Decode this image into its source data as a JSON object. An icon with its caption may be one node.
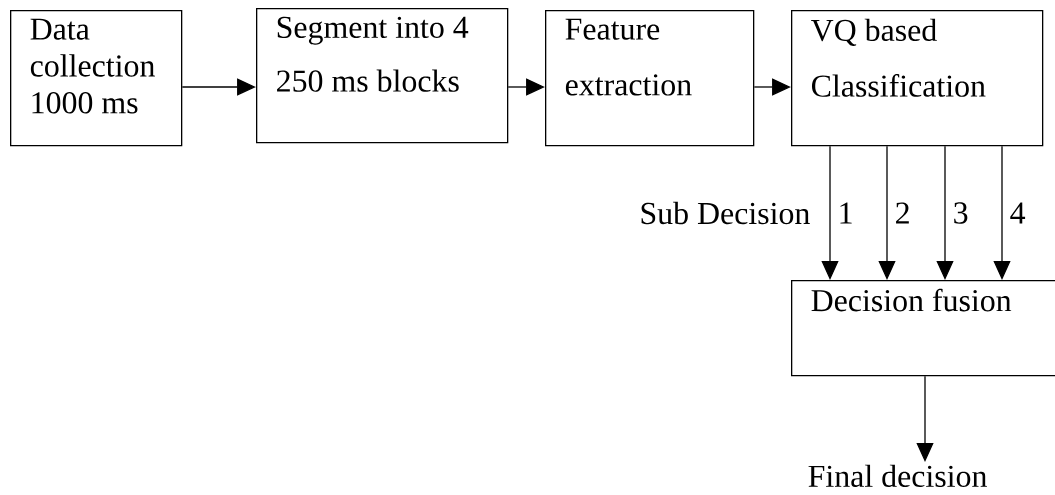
{
  "diagram": {
    "nodes": [
      {
        "text": [
          "Data collection 1000 ms"
        ]
      },
      {
        "text": [
          "Segment into 4 250 ms blocks"
        ]
      },
      {
        "text": [
          "Feature extraction"
        ]
      },
      {
        "text": [
          "VQ based Classification"
        ]
      },
      {
        "text": [
          "Decision fusion"
        ]
      },
      {
        "text": [
          "Final decision"
        ]
      }
    ],
    "edges": [
      {
        "from": 0,
        "to": 1,
        "arrow": "to"
      },
      {
        "from": 1,
        "to": 2,
        "arrow": "to"
      },
      {
        "from": 2,
        "to": 3,
        "arrow": "to"
      },
      {
        "from": 3,
        "to": 4,
        "arrow": "to",
        "label": "1"
      },
      {
        "from": 3,
        "to": 4,
        "arrow": "to",
        "label": "2"
      },
      {
        "from": 3,
        "to": 4,
        "arrow": "to",
        "label": "3"
      },
      {
        "from": 3,
        "to": 4,
        "arrow": "to",
        "label": "4"
      },
      {
        "from": 4,
        "to": 5,
        "arrow": "to"
      }
    ],
    "labels": [
      "Sub Decision"
    ]
  }
}
